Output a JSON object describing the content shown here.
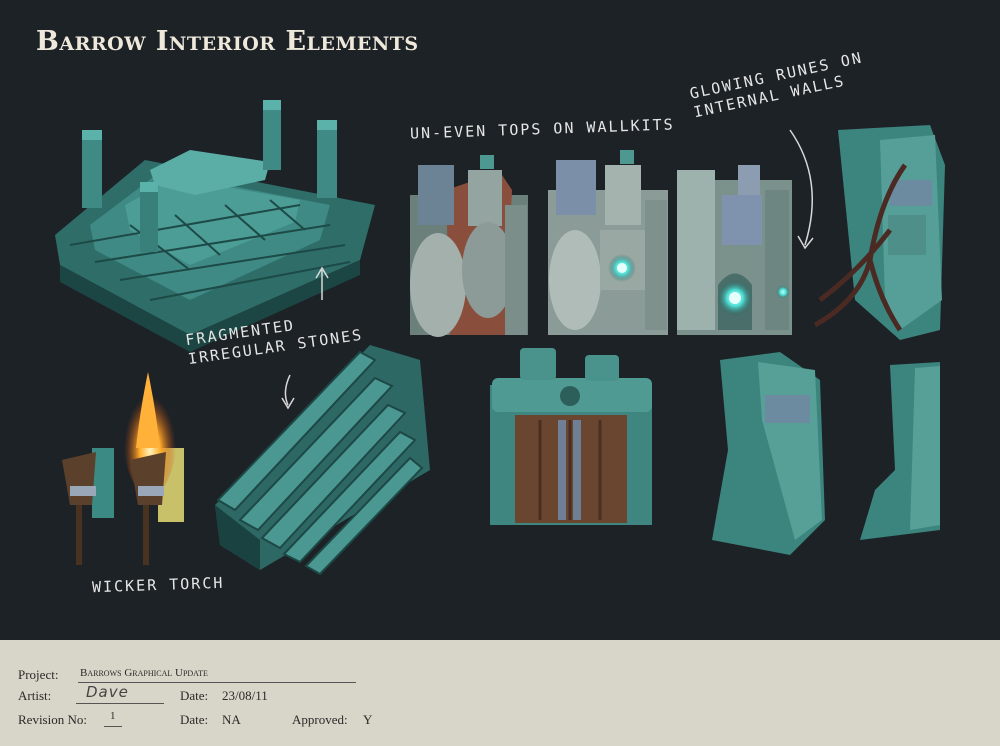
{
  "title": "Barrow Interior Elements",
  "notes": {
    "uneven_tops": "Un-even tops on wallkits",
    "glowing_runes": "Glowing runes on internal walls",
    "fragmented": "Fragmented irregular stones",
    "wicker_torch": "Wicker torch"
  },
  "colors": {
    "background": "#1d2227",
    "stone_teal": "#3f8a84",
    "stone_grey": "#8fa09b",
    "wood_door": "#6a4530",
    "rune_glow": "#6ff0e6",
    "fire": "#ff9a1e",
    "footer_bg": "#d8d6c9"
  },
  "footer": {
    "project_label": "Project:",
    "project_value": "Barrows Graphical Update",
    "artist_label": "Artist:",
    "artist_value": "Dave",
    "date_label": "Date:",
    "date_value": "23/08/11",
    "revision_label": "Revision No:",
    "revision_value": "1",
    "date2_label": "Date:",
    "date2_value": "NA",
    "approved_label": "Approved:",
    "approved_value": "Y"
  }
}
